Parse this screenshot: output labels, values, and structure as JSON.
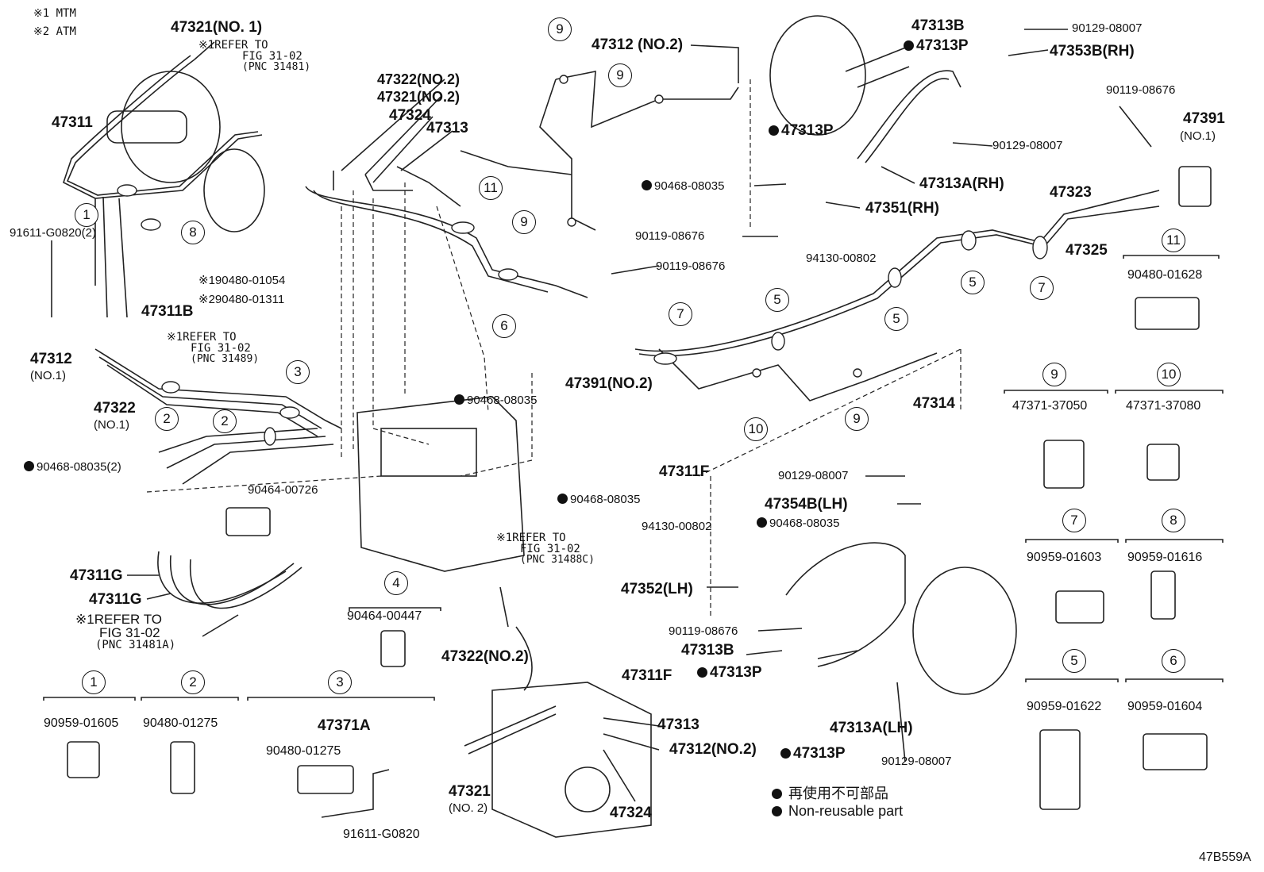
{
  "notes": {
    "n1": "※1 MTM",
    "n2": "※2 ATM"
  },
  "refs": {
    "r1_a": "※1REFER TO",
    "r1_b": "FIG 31-02",
    "r1_c": "(PNC 31481)",
    "r2_a": "※1REFER TO",
    "r2_b": "FIG 31-02",
    "r2_c": "(PNC 31489)",
    "r3_a": "※1REFER TO",
    "r3_b": "FIG 31-02",
    "r3_c": "(PNC 31481A)",
    "r4_a": "※1REFER TO",
    "r4_b": "FIG 31-02",
    "r4_c": "(PNC 31488C)"
  },
  "parts": {
    "p47321_no1": "47321(NO. 1)",
    "p47311": "47311",
    "p91611_g0820_2": "91611-G0820(2)",
    "p90480_01054": "※190480-01054",
    "p90480_01311": "※290480-01311",
    "p47311b": "47311B",
    "p47312": "47312",
    "p47312_no1": "(NO.1)",
    "p47322": "47322",
    "p47322_no1": "(NO.1)",
    "p90468_08035_2": "90468-08035(2)",
    "p90464_00726": "90464-00726",
    "p47311g_a": "47311G",
    "p47311g_b": "47311G",
    "p47322_no2_top": "47322(NO.2)",
    "p47321_no2_top": "47321(NO.2)",
    "p47324_top": "47324",
    "p47313_top": "47313",
    "p47312_no2_top": "47312 (NO.2)",
    "p90119_08676_mid": "90119-08676",
    "p47391_no2": "47391(NO.2)",
    "p90468_08035_mid": "90468-08035",
    "p47311f_mid": "47311F",
    "p90468_08035_low": "90468-08035",
    "p47313b_top": "47313B",
    "p47313p_top": "47313P",
    "p90129_08007_top": "90129-08007",
    "p47353b_rh": "47353B(RH)",
    "p47313p_rh2": "47313P",
    "p90129_08007_rh2": "90129-08007",
    "p90468_08035_rh": "90468-08035",
    "p47313a_rh": "47313A(RH)",
    "p47351_rh": "47351(RH)",
    "p90119_08676_rh": "90119-08676",
    "p94130_00802_rh": "94130-00802",
    "p90119_08676_far": "90119-08676",
    "p47391": "47391",
    "p47391_no1": "(NO.1)",
    "p47323": "47323",
    "p47325": "47325",
    "p47314": "47314",
    "p90129_08007_lh": "90129-08007",
    "p47354b_lh": "47354B(LH)",
    "p94130_00802_lh": "94130-00802",
    "p90468_08035_lh": "90468-08035",
    "p47352_lh": "47352(LH)",
    "p90119_08676_lh": "90119-08676",
    "p47313b_lh": "47313B",
    "p47313p_lh": "47313P",
    "p47313a_lh": "47313A(LH)",
    "p47313p_lh2": "47313P",
    "p90129_08007_lh2": "90129-08007",
    "p90464_00447": "90464-00447",
    "p47322_no2_low": "47322(NO.2)",
    "p47311f_low": "47311F",
    "p47313_low": "47313",
    "p47312_no2_low": "47312(NO.2)",
    "p47321_low": "47321",
    "p47321_no2_low": "(NO. 2)",
    "p47324_low": "47324"
  },
  "clamps": {
    "c1": "90959-01605",
    "c2": "90480-01275",
    "c3_title": "47371A",
    "c3_sub": "90480-01275",
    "c3_bolt": "91611-G0820",
    "c4": "90464-00447",
    "c5": "90959-01622",
    "c6": "90959-01604",
    "c7": "90959-01603",
    "c8": "90959-01616",
    "c9": "47371-37050",
    "c10": "47371-37080",
    "c11": "90480-01628"
  },
  "callouts": [
    "1",
    "2",
    "3",
    "4",
    "5",
    "6",
    "7",
    "8",
    "9",
    "10",
    "11"
  ],
  "legend": {
    "jp": "再使用不可部品",
    "en": "Non-reusable part"
  },
  "diagram_code": "47B559A"
}
